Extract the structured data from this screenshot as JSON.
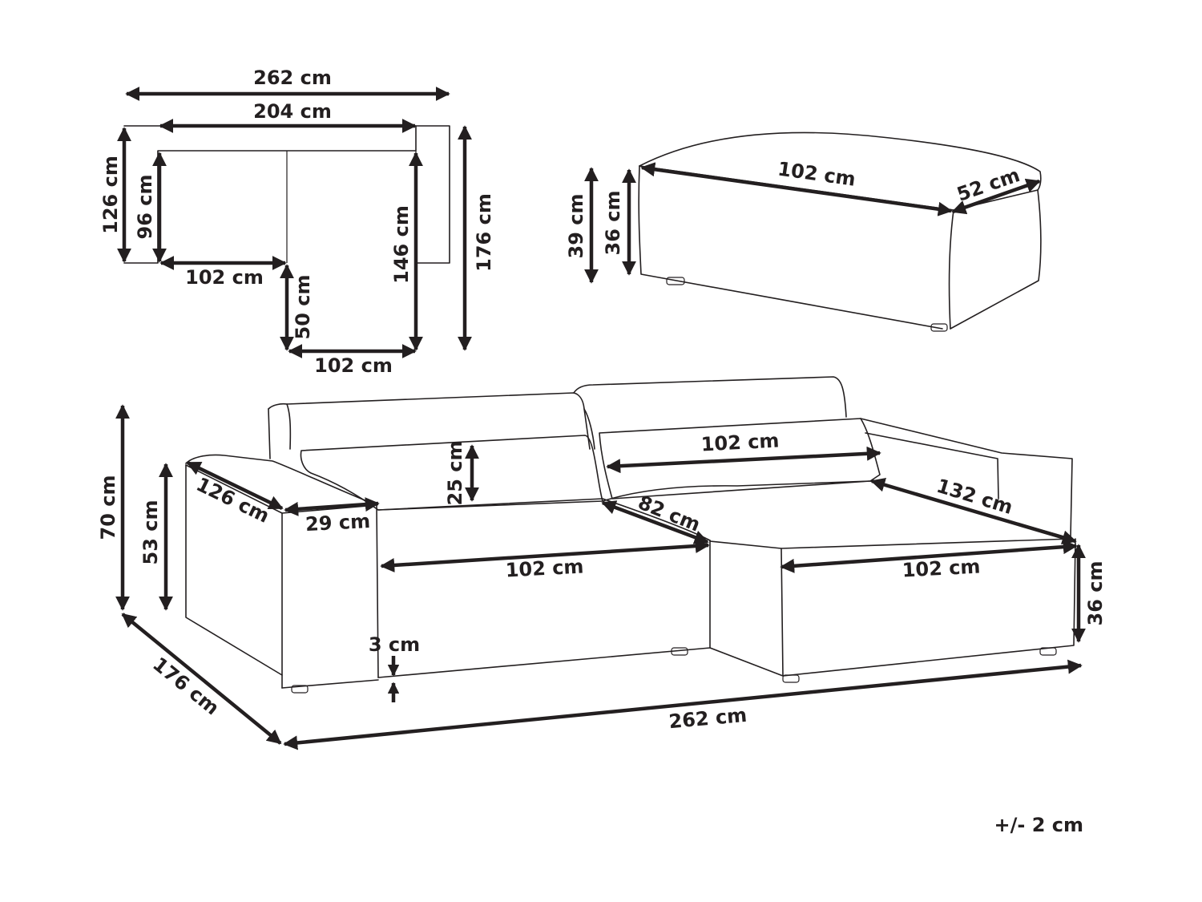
{
  "plan_view": {
    "overall_width": "262 cm",
    "inner_width": "204 cm",
    "left_depth": "126 cm",
    "left_seat_depth": "96 cm",
    "left_seat_width": "102 cm",
    "chaise_step": "50 cm",
    "chaise_inner_depth": "146 cm",
    "overall_depth": "176 cm",
    "chaise_width": "102 cm"
  },
  "ottoman": {
    "length": "102 cm",
    "depth": "52 cm",
    "total_height": "39 cm",
    "body_height": "36 cm"
  },
  "sofa_view": {
    "total_height": "70 cm",
    "arm_height": "53 cm",
    "arm_depth": "126 cm",
    "arm_width": "29 cm",
    "cushion_height": "25 cm",
    "back_cushion_width": "102 cm",
    "seat_depth": "82 cm",
    "chaise_length": "132 cm",
    "seat_width_left": "102 cm",
    "seat_width_right": "102 cm",
    "seat_height": "36 cm",
    "leg_height": "3 cm",
    "overall_depth": "176 cm",
    "overall_width": "262 cm"
  },
  "tolerance": "+/- 2 cm"
}
